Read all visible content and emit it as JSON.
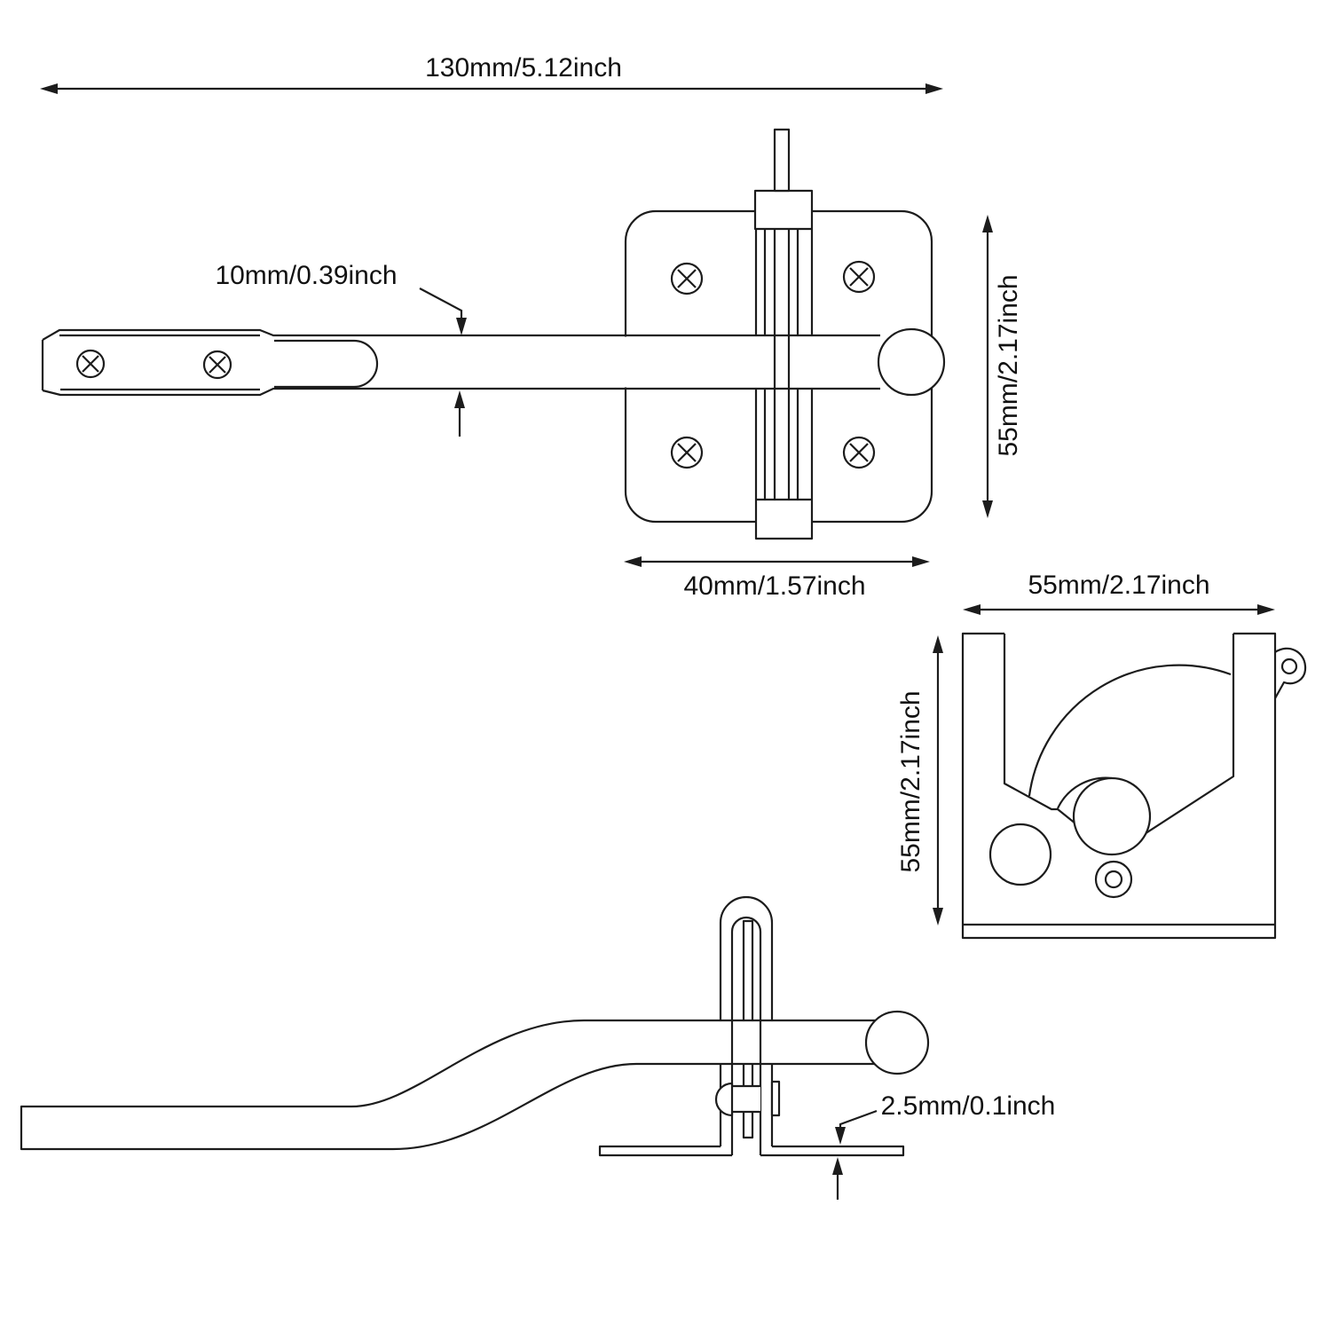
{
  "page": {
    "background": "#ffffff",
    "line_color": "#1c1c1c",
    "text_color": "#111111",
    "drawing_type": "gate latch hardware dimension drawing"
  },
  "views": {
    "top_view": {
      "dimensions": {
        "overall_length": "130mm/5.12inch",
        "bar_width": "10mm/0.39inch",
        "plate_height": "55mm/2.17inch",
        "plate_width": "40mm/1.57inch"
      }
    },
    "bracket_section_view": {
      "dimensions": {
        "width": "55mm/2.17inch",
        "height": "55mm/2.17inch"
      }
    },
    "side_profile_view": {
      "dimensions": {
        "base_thickness": "2.5mm/0.1inch"
      }
    }
  }
}
